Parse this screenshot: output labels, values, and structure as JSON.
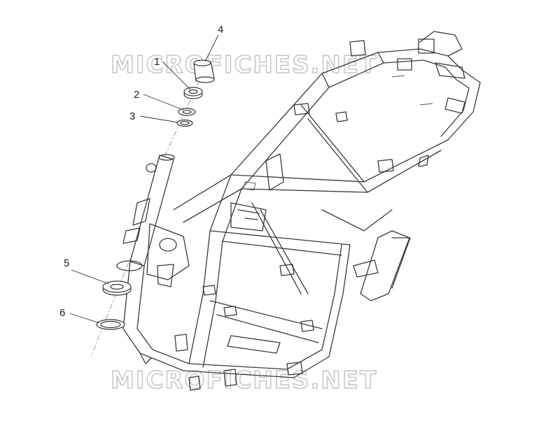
{
  "watermark": {
    "top": "MICROFICHES.NET",
    "bottom": "MICROFICHES.NET"
  },
  "callouts": [
    {
      "label": "1"
    },
    {
      "label": "2"
    },
    {
      "label": "3"
    },
    {
      "label": "4"
    },
    {
      "label": "5"
    },
    {
      "label": "6"
    }
  ]
}
